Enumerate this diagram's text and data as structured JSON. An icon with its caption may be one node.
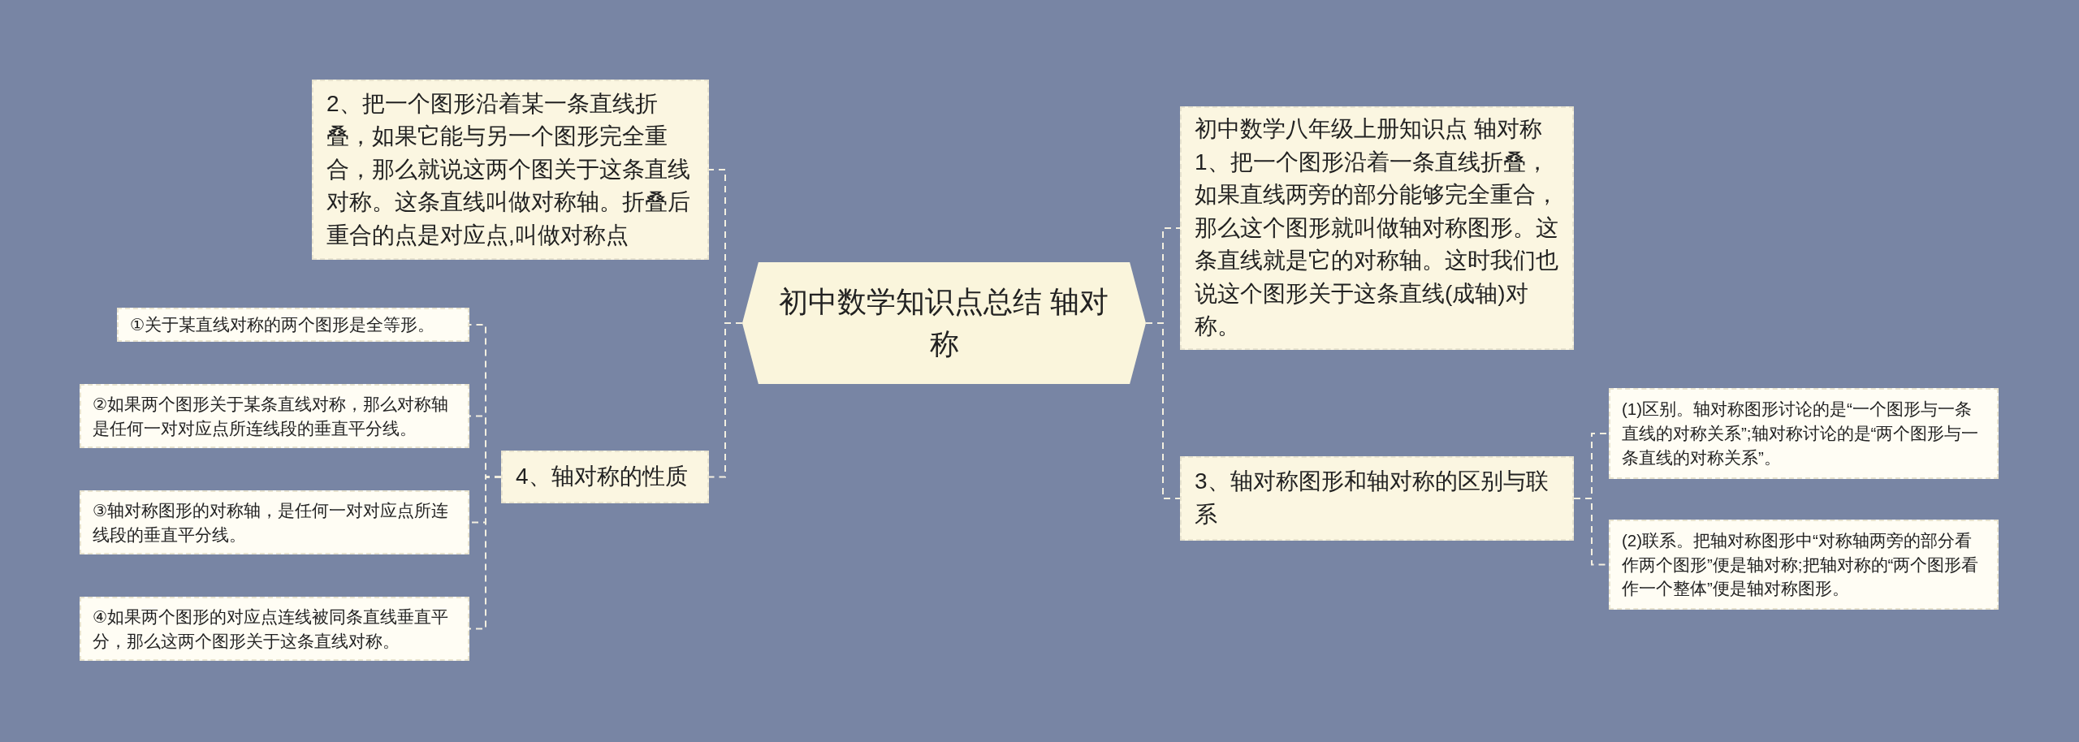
{
  "diagram": {
    "nodes": [
      {
        "text": [
          "初中数学知识点总结 轴对称"
        ]
      },
      {
        "text": [
          "2、把一个图形沿着某一条直线折叠，如果它能与另一个图形完全重合，那么就说这两个图关于这条直线对称。这条直线叫做对称轴。折叠后重合的点是对应点,叫做对称点"
        ]
      },
      {
        "text": [
          "4、轴对称的性质"
        ]
      },
      {
        "text": [
          "①关于某直线对称的两个图形是全等形。"
        ]
      },
      {
        "text": [
          "②如果两个图形关于某条直线对称，那么对称轴是任何一对对应点所连线段的垂直平分线。"
        ]
      },
      {
        "text": [
          "③轴对称图形的对称轴，是任何一对对应点所连线段的垂直平分线。"
        ]
      },
      {
        "text": [
          "④如果两个图形的对应点连线被同条直线垂直平分，那么这两个图形关于这条直线对称。"
        ]
      },
      {
        "text": [
          "初中数学八年级上册知识点 轴对称 1、把一个图形沿着一条直线折叠，如果直线两旁的部分能够完全重合，那么这个图形就叫做轴对称图形。这条直线就是它的对称轴。这时我们也说这个图形关于这条直线(成轴)对称。"
        ]
      },
      {
        "text": [
          "3、轴对称图形和轴对称的区别与联系"
        ]
      },
      {
        "text": [
          "(1)区别。轴对称图形讨论的是“一个图形与一条直线的对称关系”;轴对称讨论的是“两个图形与一条直线的对称关系”。"
        ]
      },
      {
        "text": [
          "(2)联系。把轴对称图形中“对称轴两旁的部分看作两个图形”便是轴对称;把轴对称的“两个图形看作一个整体”便是轴对称图形。"
        ]
      }
    ],
    "edges": [
      {
        "from": 0,
        "to": 1,
        "arrow": "none",
        "style": "dashed"
      },
      {
        "from": 0,
        "to": 2,
        "arrow": "none",
        "style": "dashed"
      },
      {
        "from": 2,
        "to": 3,
        "arrow": "none",
        "style": "dashed"
      },
      {
        "from": 2,
        "to": 4,
        "arrow": "none",
        "style": "dashed"
      },
      {
        "from": 2,
        "to": 5,
        "arrow": "none",
        "style": "dashed"
      },
      {
        "from": 2,
        "to": 6,
        "arrow": "none",
        "style": "dashed"
      },
      {
        "from": 0,
        "to": 7,
        "arrow": "none",
        "style": "dashed"
      },
      {
        "from": 0,
        "to": 8,
        "arrow": "none",
        "style": "dashed"
      },
      {
        "from": 8,
        "to": 9,
        "arrow": "none",
        "style": "dashed"
      },
      {
        "from": 8,
        "to": 10,
        "arrow": "none",
        "style": "dashed"
      }
    ]
  }
}
